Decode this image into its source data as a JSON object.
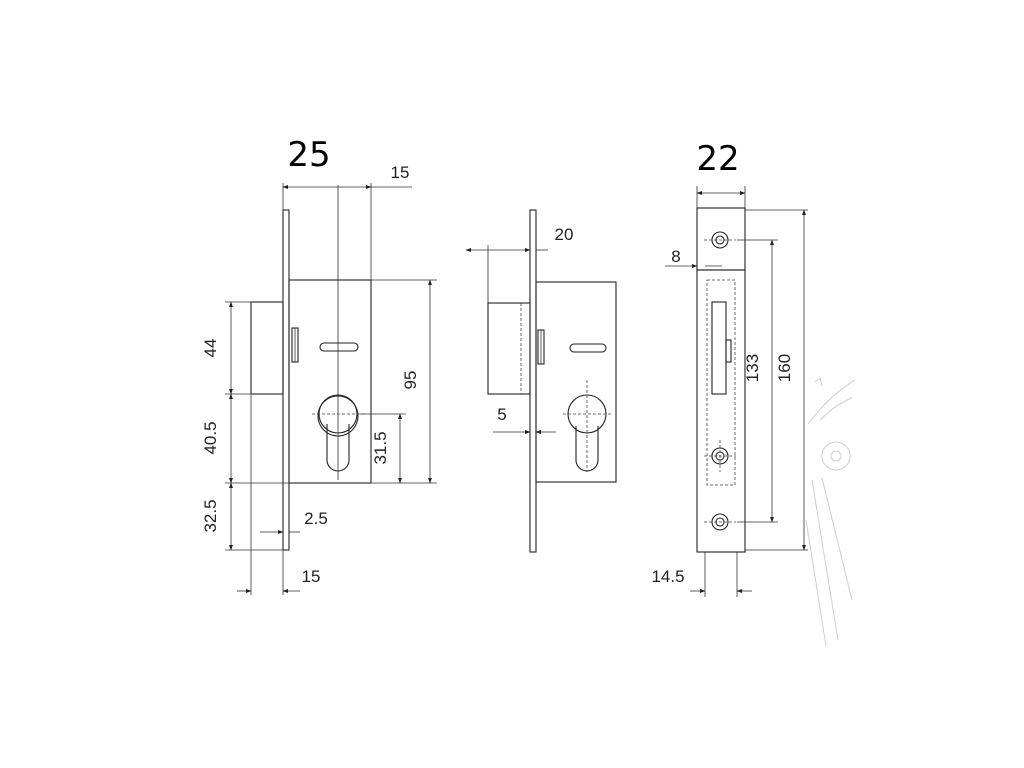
{
  "views": {
    "left": {
      "width_title": "25",
      "dims": {
        "top_offset": "15",
        "upper_height": "44",
        "mid_height": "40.5",
        "lower_height": "32.5",
        "case_height": "95",
        "cyl_offset": "31.5",
        "plate_thickness": "2.5",
        "bottom_offset": "15"
      }
    },
    "middle": {
      "dims": {
        "bolt_throw": "20",
        "plate_gap": "5"
      }
    },
    "right": {
      "width_title": "22",
      "dims": {
        "screw_inset": "8",
        "screw_pitch": "133",
        "plate_height": "160",
        "bottom_width": "14.5"
      }
    }
  },
  "colors": {
    "line": "#222222",
    "background": "#ffffff",
    "faint": "#cfcfcf"
  }
}
